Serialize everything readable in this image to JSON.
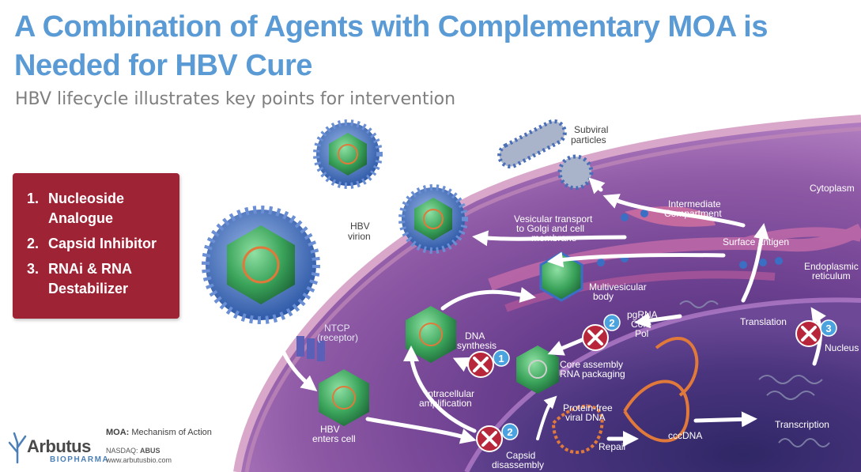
{
  "header": {
    "title": "A Combination of Agents with Complementary MOA is Needed for HBV Cure",
    "subtitle": "HBV lifecycle illustrates key points for intervention"
  },
  "moa_list": {
    "items": [
      {
        "num": "1.",
        "label": "Nucleoside Analogue"
      },
      {
        "num": "2.",
        "label": "Capsid Inhibitor"
      },
      {
        "num": "3.",
        "label": "RNAi & RNA Destabilizer"
      }
    ]
  },
  "labels": {
    "subviral": "Subviral particles",
    "cytoplasm": "Cytoplasm",
    "hbv_virion": "HBV virion",
    "intermediate": "Intermediate Compartment",
    "vesicular": "Vesicular transport to Golgi and cell membrane",
    "surface_antigen": "Surface antigen",
    "er": "Endoplasmic reticulum",
    "multivesicular": "Multivesicular body",
    "pgrna": "pgRNA Core Pol",
    "translation": "Translation",
    "nucleus": "Nucleus",
    "ntcp": "NTCP (receptor)",
    "dna_synthesis": "DNA synthesis",
    "core_assembly": "Core assembly RNA packaging",
    "intracellular": "Intracellular amplification",
    "protein_free": "Protein-free viral DNA",
    "hbv_enters": "HBV enters cell",
    "capsid_disassembly": "Capsid disassembly",
    "repair": "Repair",
    "cccdna": "cccDNA",
    "transcription": "Transcription"
  },
  "badges": {
    "one": "1",
    "two": "2",
    "three": "3"
  },
  "footer": {
    "logo_name": "Arbutus",
    "logo_sub": "BIOPHARMA",
    "moa_term": "MOA:",
    "moa_definition": "Mechanism of Action",
    "nasdaq_label": "NASDAQ:",
    "nasdaq_ticker": "ABUS",
    "website": "www.arbutusbio.com"
  },
  "colors": {
    "title": "#5b9bd5",
    "moa_box": "#9e2335",
    "inhibit_x": "#b8263b",
    "badge": "#4aa3df",
    "cell_purple": "#6a3a8c",
    "capsid_green": "#3aa35a",
    "virion_blue": "#3b6fc4"
  },
  "icons": [
    "inhibit-x-icon",
    "number-badge-icon",
    "virion-icon",
    "capsid-icon"
  ]
}
